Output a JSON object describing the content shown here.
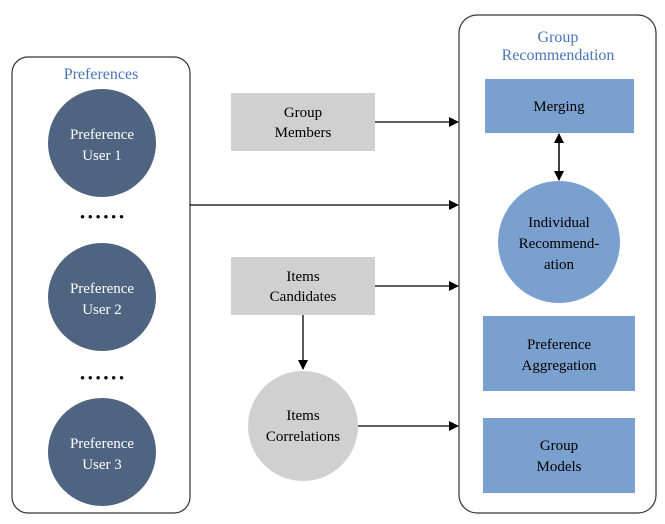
{
  "preferences_panel": {
    "title": "Preferences",
    "users": [
      {
        "line1": "Preference",
        "line2": "User 1"
      },
      {
        "line1": "Preference",
        "line2": "User 2"
      },
      {
        "line1": "Preference",
        "line2": "User 3"
      }
    ],
    "ellipsis": "• • • • • •"
  },
  "middle": {
    "group_members": {
      "line1": "Group",
      "line2": "Members"
    },
    "items_candidates": {
      "line1": "Items",
      "line2": "Candidates"
    },
    "items_correlations": {
      "line1": "Items",
      "line2": "Correlations"
    }
  },
  "group_panel": {
    "title_line1": "Group",
    "title_line2": "Recommendation",
    "merging": "Merging",
    "individual": {
      "line1": "Individual",
      "line2": "Recommend-",
      "line3": "ation"
    },
    "aggregation": {
      "line1": "Preference",
      "line2": "Aggregation"
    },
    "models": {
      "line1": "Group",
      "line2": "Models"
    }
  },
  "colors": {
    "user_circle": "#4e6480",
    "gray_box": "#d0d0d0",
    "blue_box": "#7aa0cf",
    "title_text": "#4a74b8",
    "panel_border": "#333333"
  }
}
